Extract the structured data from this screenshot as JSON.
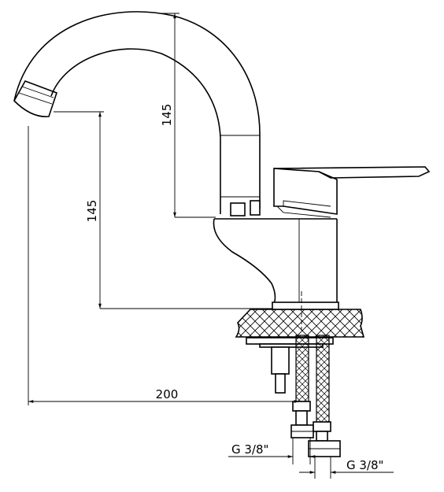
{
  "drawing": {
    "dimensions": {
      "spout_height": "145",
      "spout_clearance": "145",
      "spout_reach": "200",
      "inlet_thread_front": "G 3/8\"",
      "inlet_thread_back": "G 3/8\""
    },
    "colors": {
      "line": "#000000",
      "background": "#ffffff"
    }
  }
}
